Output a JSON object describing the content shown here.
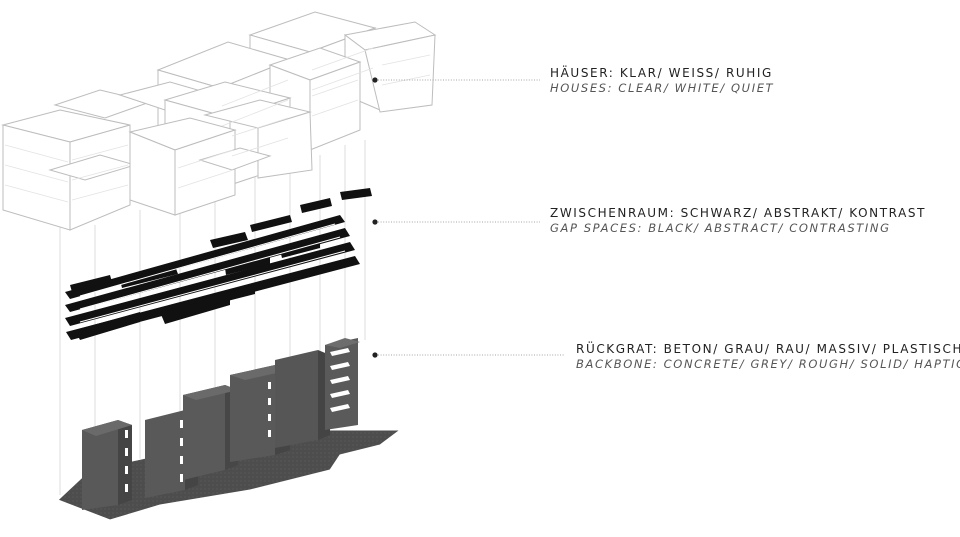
{
  "layers": [
    {
      "title": "HÄUSER: KLAR/ WEISS/ RUHIG",
      "subtitle": "HOUSES: CLEAR/ WHITE/ QUIET"
    },
    {
      "title": "ZWISCHENRAUM: SCHWARZ/ ABSTRAKT/ KONTRAST",
      "subtitle": "GAP SPACES: BLACK/ ABSTRACT/ CONTRASTING"
    },
    {
      "title": "RÜCKGRAT: BETON/ GRAU/ RAU/ MASSIV/ PLASTISCH",
      "subtitle": "BACKBONE: CONCRETE/ GREY/ ROUGH/ SOLID/ HAPTIC"
    }
  ],
  "colors": {
    "houses_fill": "#ffffff",
    "houses_stroke": "#bbbbbb",
    "gap_fill": "#111111",
    "backbone_fill": "#555555",
    "backbone_base": "#4a4a4a",
    "leader": "#777777"
  }
}
